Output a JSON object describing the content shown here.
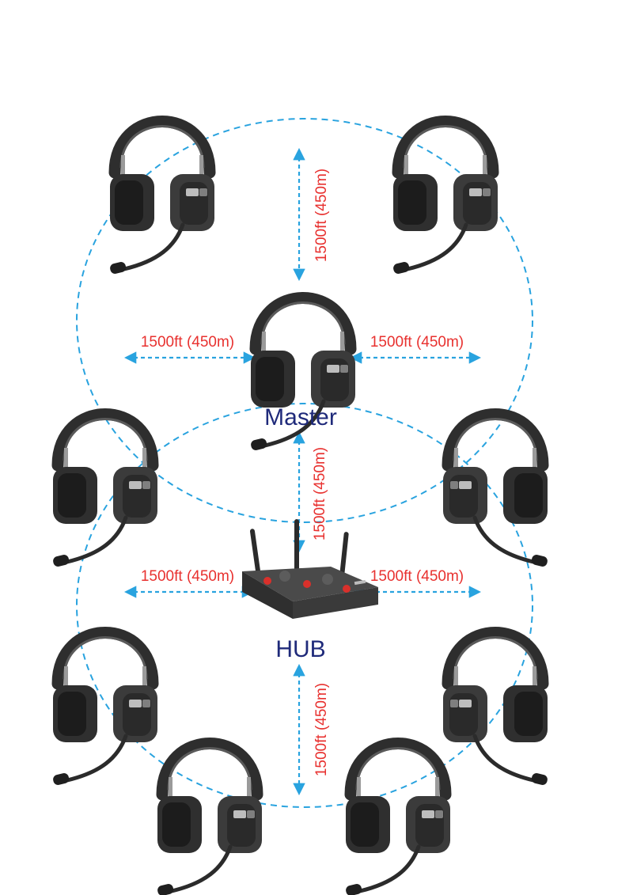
{
  "labels": {
    "master": "Master",
    "hub": "HUB",
    "distance": "1500ft (450m)"
  },
  "colors": {
    "dashed_line": "#29a3df",
    "distance_text": "#e8312f",
    "role_text": "#1f2a7a",
    "headset": "#3a3a3a",
    "hub_body": "#3c3c3c",
    "hub_button": "#d9302b"
  },
  "icons": {
    "headset": "headset-icon",
    "hub": "hub-device-icon"
  }
}
